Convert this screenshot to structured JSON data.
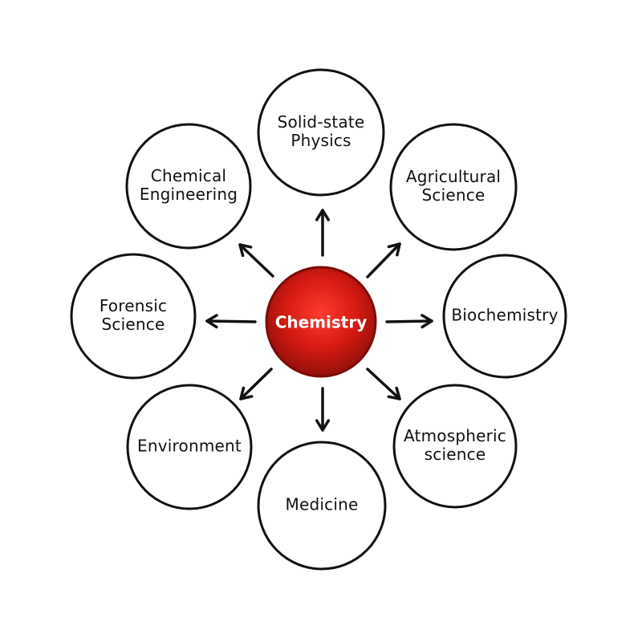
{
  "diagram": {
    "center": {
      "label": "Chemistry",
      "color": "#d41a12",
      "stroke": "#7a0c08"
    },
    "nodes": [
      {
        "id": "solid-state-physics",
        "lines": [
          "Solid-state",
          "Physics"
        ]
      },
      {
        "id": "agricultural-science",
        "lines": [
          "Agricultural",
          "Science"
        ]
      },
      {
        "id": "biochemistry",
        "lines": [
          "Biochemistry"
        ]
      },
      {
        "id": "atmospheric-science",
        "lines": [
          "Atmospheric",
          "science"
        ]
      },
      {
        "id": "medicine",
        "lines": [
          "Medicine"
        ]
      },
      {
        "id": "environment",
        "lines": [
          "Environment"
        ]
      },
      {
        "id": "forensic-science",
        "lines": [
          "Forensic",
          "Science"
        ]
      },
      {
        "id": "chemical-engineering",
        "lines": [
          "Chemical",
          "Engineering"
        ]
      }
    ],
    "line_color": "#111111"
  }
}
